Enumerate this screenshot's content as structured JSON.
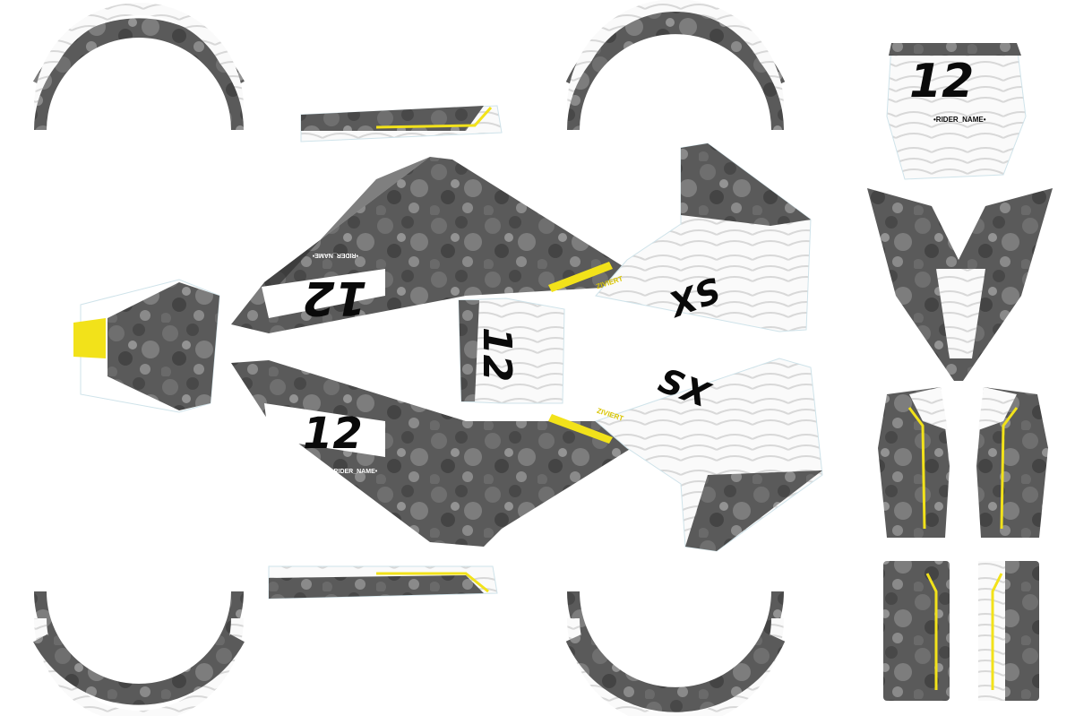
{
  "kit": {
    "rider_number": "12",
    "rider_name": "•RIDER_NAME•",
    "model_label": "SX",
    "sponsor_text": "ZIVIERT"
  },
  "colors": {
    "camo_dark": "#4a4a4a",
    "camo_mid": "#6b6b6b",
    "camo_light": "#8f8f8f",
    "accent_yellow": "#f2e21a",
    "topo_grey": "#d6d6d6",
    "number_black": "#0a0a0a",
    "background": "#ffffff"
  }
}
